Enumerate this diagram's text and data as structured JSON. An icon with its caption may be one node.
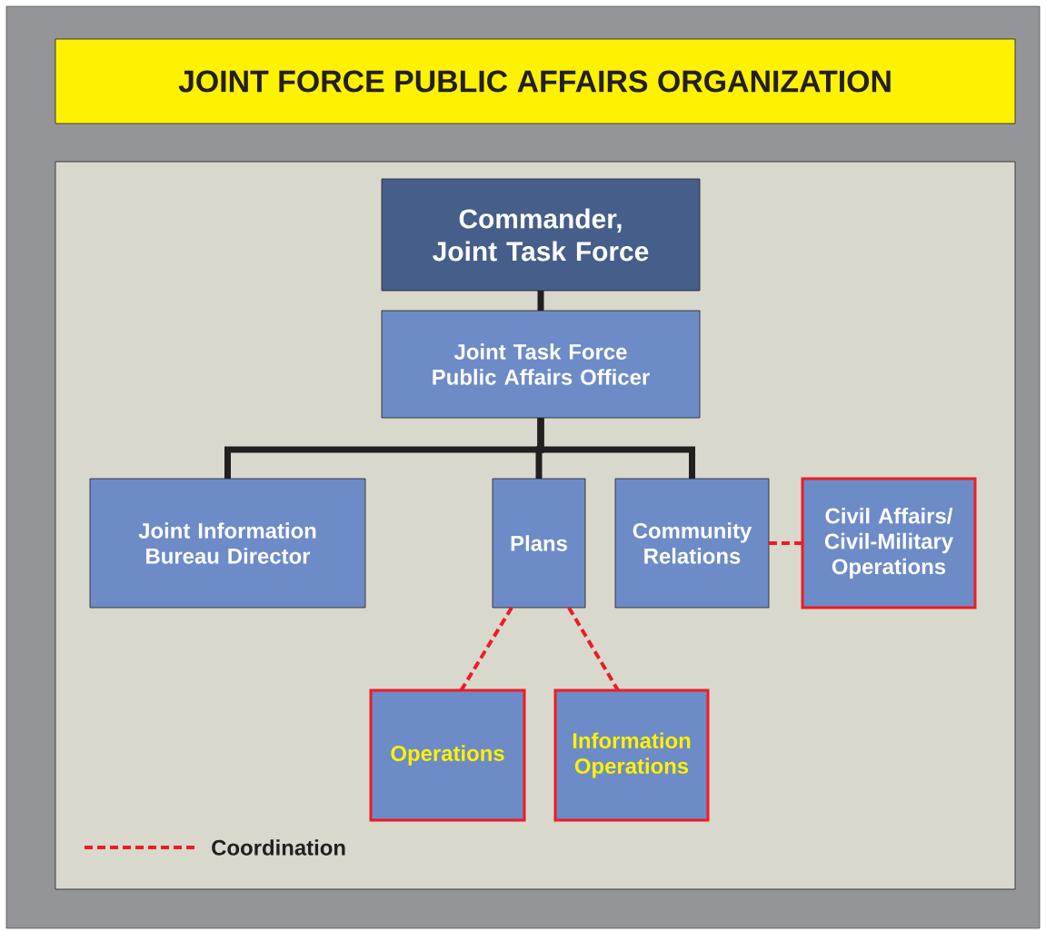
{
  "diagram": {
    "title": "JOINT FORCE PUBLIC AFFAIRS ORGANIZATION",
    "nodes": [
      {
        "text": [
          "Commander, Joint Task Force"
        ]
      },
      {
        "text": [
          "Joint Task Force Public Affairs Officer"
        ]
      },
      {
        "text": [
          "Joint Information Bureau Director"
        ]
      },
      {
        "text": [
          "Plans"
        ]
      },
      {
        "text": [
          "Community Relations"
        ]
      },
      {
        "text": [
          "Civil Affairs/ Civil-Military Operations"
        ]
      },
      {
        "text": [
          "Operations"
        ]
      },
      {
        "text": [
          "Information Operations"
        ]
      }
    ],
    "edges": [
      {
        "from": 0,
        "to": 1,
        "arrow": "none"
      },
      {
        "from": 1,
        "to": 2,
        "arrow": "none"
      },
      {
        "from": 1,
        "to": 3,
        "arrow": "none"
      },
      {
        "from": 1,
        "to": 4,
        "arrow": "none"
      },
      {
        "from": 4,
        "to": 5,
        "arrow": "none",
        "style": "dashed",
        "color": "#ed1c24"
      },
      {
        "from": 3,
        "to": 6,
        "arrow": "none",
        "style": "dashed",
        "color": "#ed1c24"
      },
      {
        "from": 3,
        "to": 7,
        "arrow": "none",
        "style": "dashed",
        "color": "#ed1c24"
      }
    ],
    "legend": [
      {
        "text": "Coordination"
      }
    ]
  }
}
